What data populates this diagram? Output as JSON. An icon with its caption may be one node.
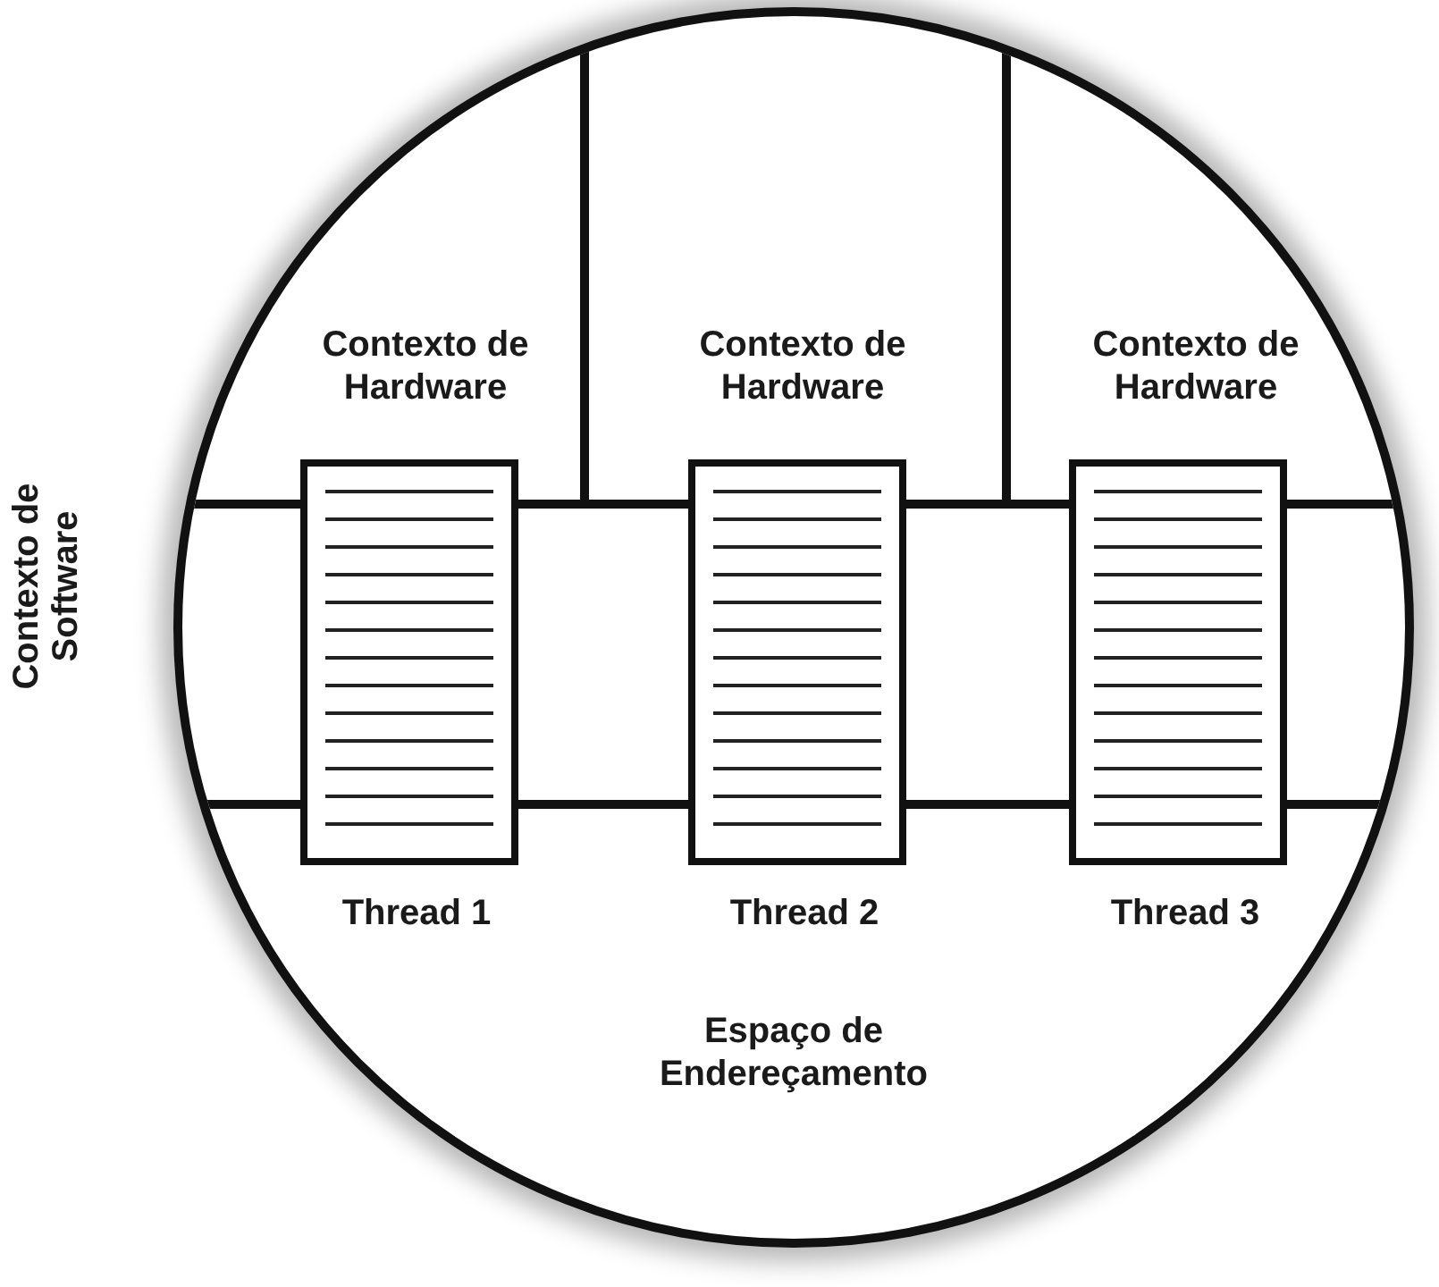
{
  "diagram": {
    "nodes": [
      {
        "text": [
          "Espaço de Endereçamento"
        ]
      },
      {
        "text": [
          "Thread 1"
        ],
        "in": 0
      },
      {
        "text": [
          "Thread 2"
        ],
        "in": 0
      },
      {
        "text": [
          "Thread 3"
        ],
        "in": 0
      }
    ],
    "labels": [
      "Contexto de Hardware",
      "Contexto de Hardware",
      "Contexto de Hardware",
      "Contexto de Software"
    ]
  }
}
